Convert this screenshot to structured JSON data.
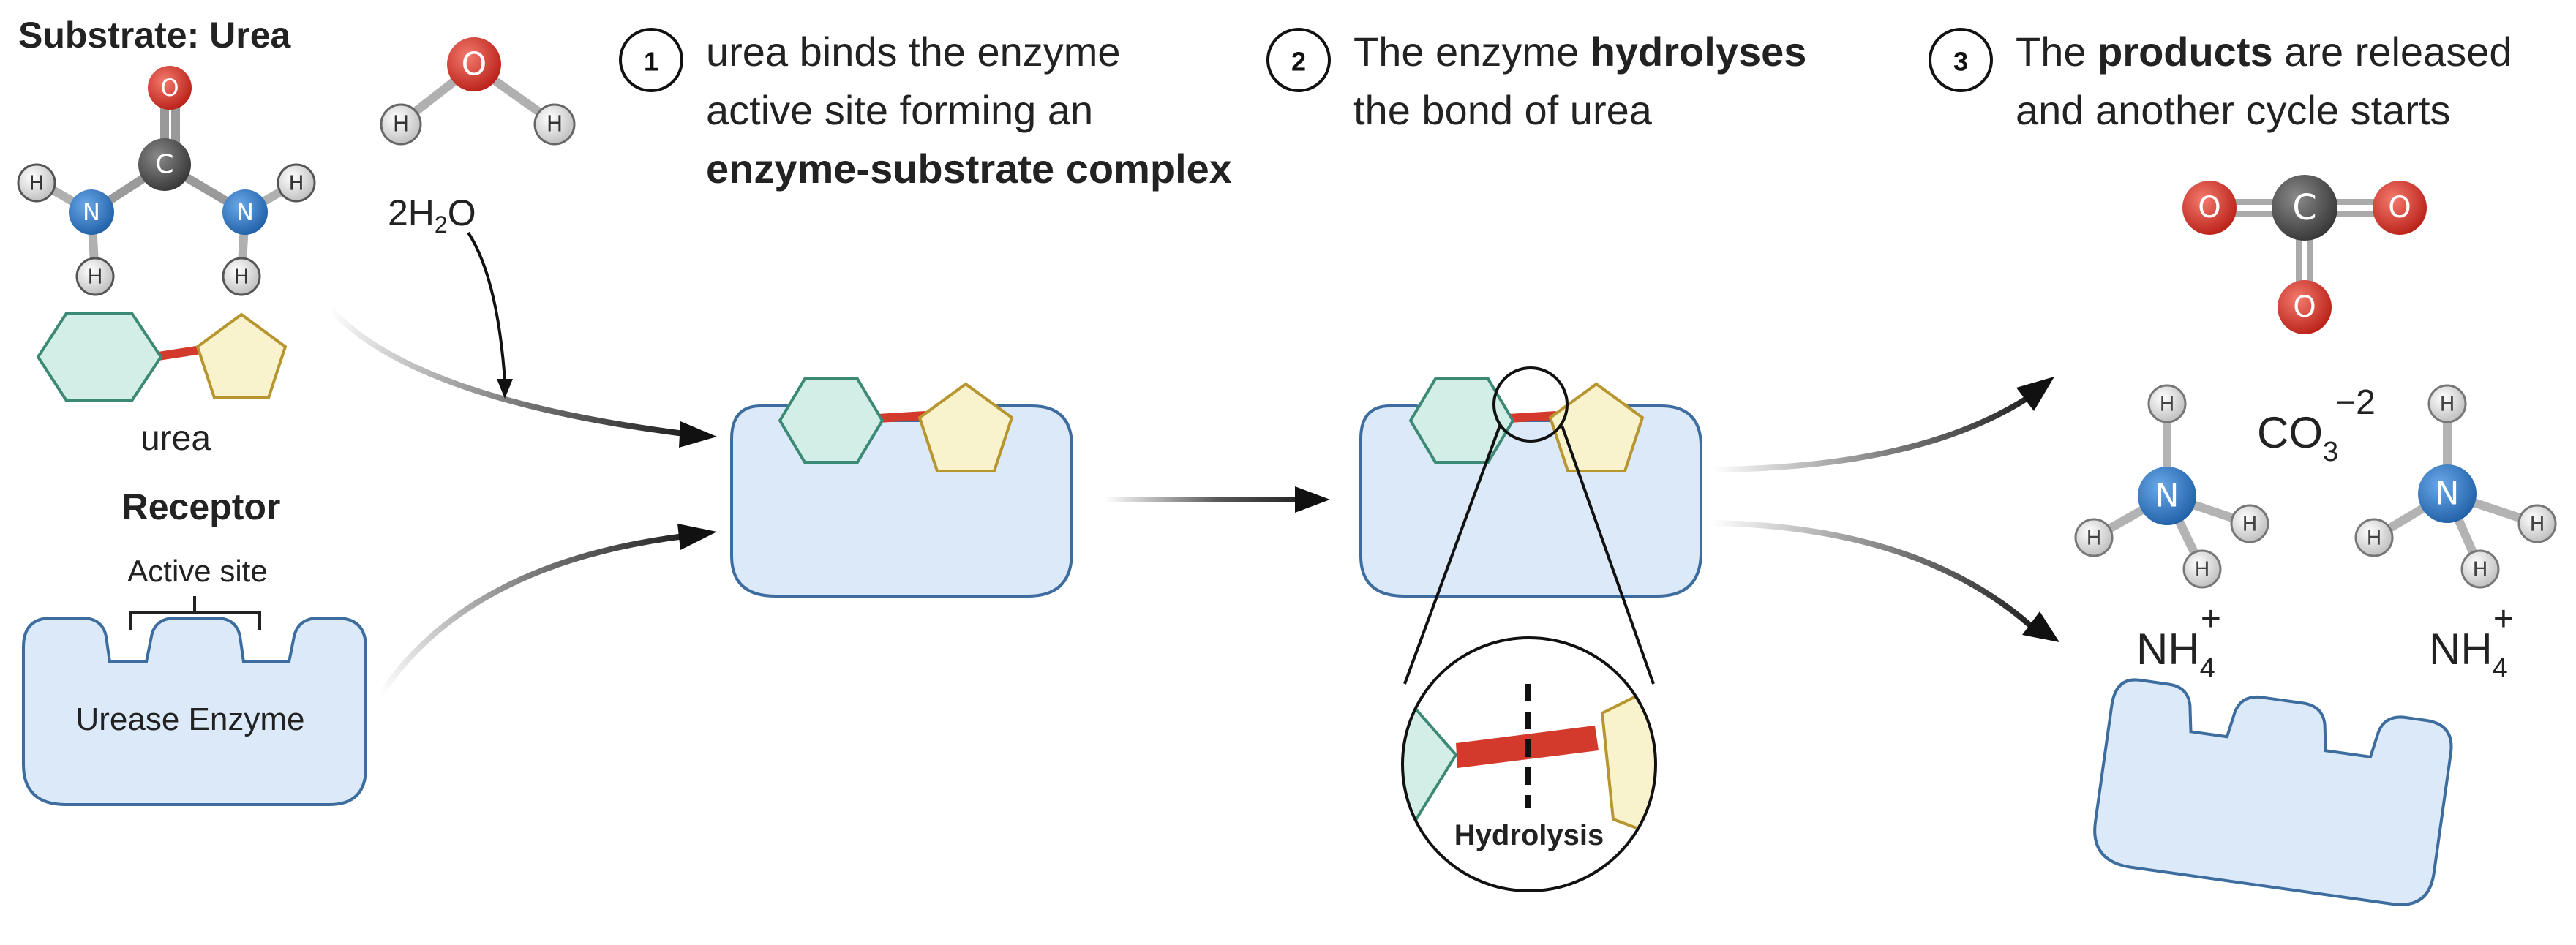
{
  "substrate": {
    "title": "Substrate: Urea",
    "label": "urea",
    "atoms": {
      "oxygen": "O",
      "carbon": "C",
      "nitrogen": "N",
      "hydrogen": "H"
    }
  },
  "water": {
    "atoms": {
      "oxygen": "O",
      "hydrogen": "H"
    },
    "formula_prefix": "2H",
    "formula_sub": "2",
    "formula_suffix": "O"
  },
  "receptor": {
    "title": "Receptor",
    "active_site_label": "Active site",
    "enzyme_label": "Urease Enzyme"
  },
  "steps": [
    {
      "number": "1",
      "line1": "urea binds the enzyme",
      "line2": "active site forming an",
      "line3_bold": "enzyme-substrate complex"
    },
    {
      "number": "2",
      "line1_prefix": "The enzyme ",
      "line1_bold": "hydrolyses",
      "line2": "the bond of urea"
    },
    {
      "number": "3",
      "line1_prefix": "The ",
      "line1_bold": "products",
      "line1_suffix": " are released",
      "line2": "and another cycle starts"
    }
  ],
  "hydrolysis_label": "Hydrolysis",
  "products": {
    "co2_atoms": {
      "carbon": "C",
      "oxygen": "O"
    },
    "carbonate_base": "CO",
    "carbonate_sub": "3",
    "carbonate_sup": "−2",
    "ammonium_base": "NH",
    "ammonium_sub": "4",
    "ammonium_sup": "+",
    "ammonia_atoms": {
      "nitrogen": "N",
      "hydrogen": "H"
    }
  },
  "colors": {
    "enzyme_fill": "#dce9f8",
    "enzyme_stroke": "#3d6d9e",
    "hexagon_fill": "#d3eee6",
    "hexagon_stroke": "#3c8a76",
    "pentagon_fill": "#f8f2cd",
    "pentagon_stroke": "#b79630",
    "bond": "#d33a2c",
    "oxygen": "#d22e22",
    "carbon": "#4c4c4c",
    "nitrogen": "#2f76c4",
    "hydrogen": "#e2e2e2"
  }
}
